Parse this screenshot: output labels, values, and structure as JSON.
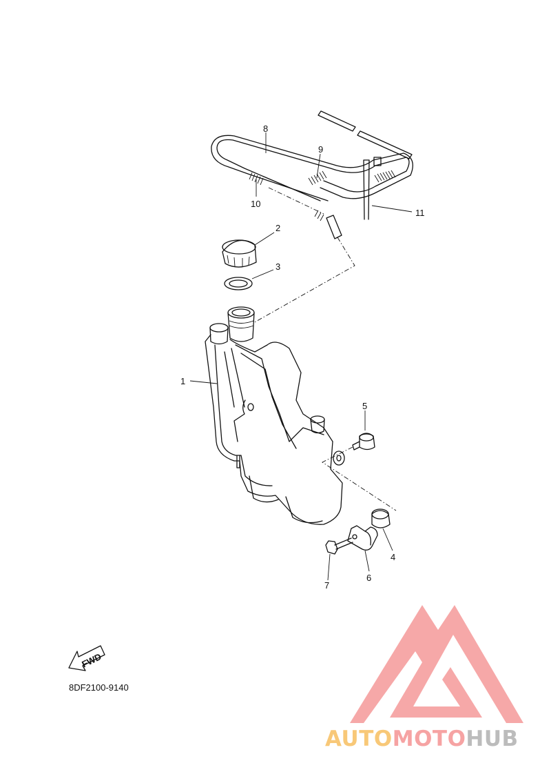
{
  "diagram": {
    "part_code": "8DF2100-9140",
    "fwd_label": "FWD",
    "callouts": {
      "p1": "1",
      "p2": "2",
      "p3": "3",
      "p4": "4",
      "p5": "5",
      "p6": "6",
      "p7": "7",
      "p8": "8",
      "p9": "9",
      "p10": "10",
      "p11": "11"
    }
  },
  "watermark": {
    "text": "AUTOMOTOHUB",
    "colors": {
      "triangle": "#f6a3a3",
      "auto": "#f8c878",
      "moto": "#f6a3a3",
      "hub": "#bcbcbc"
    }
  }
}
